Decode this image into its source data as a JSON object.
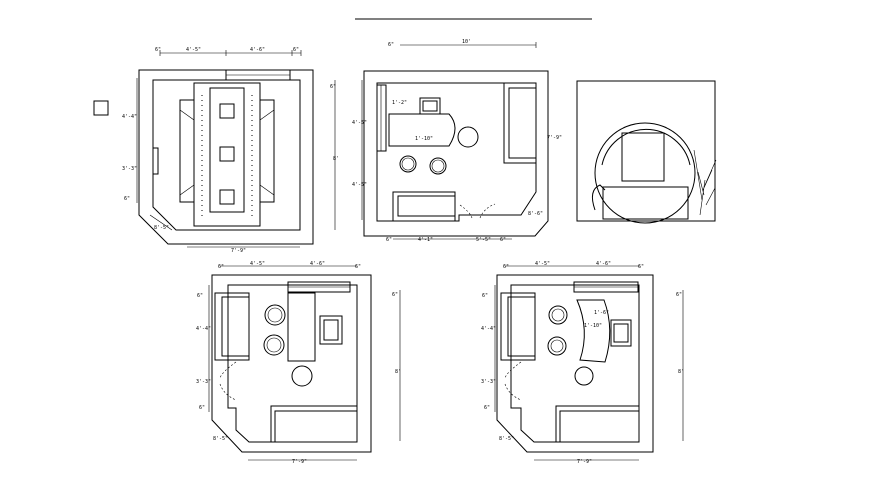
{
  "dimensions": {
    "a_top_left": "4'-5\"",
    "a_top_right": "4'-6\"",
    "a_top_edge": "6\"",
    "a_top_start": "6\"",
    "a_left_1": "4'-4\"",
    "a_left_2": "3'-3\"",
    "a_left_3": "6\"",
    "a_right_total": "8'",
    "a_right_top": "6\"",
    "a_bottom": "7'-9\"",
    "a_corner": "8'-5\"",
    "b_top": "10'",
    "b_top_start": "6\"",
    "b_left_1": "4'-5\"",
    "b_left_2": "4'-5\"",
    "b_right": "7'-9\"",
    "b_bottom_left": "4'-1\"",
    "b_bottom_right": "5'-5\"",
    "b_bottom_end": "6\"",
    "b_bottom_start": "6\"",
    "b_corner": "8'-6\"",
    "b_desk_a": "1'-2\"",
    "b_desk_b": "1'-10\"",
    "c_top_left": "4'-5\"",
    "c_top_right": "4'-6\"",
    "c_top_end": "6\"",
    "c_top_start": "6\"",
    "c_left_top": "6\"",
    "c_left_1": "4'-4\"",
    "c_left_2": "3'-3\"",
    "c_left_3": "6\"",
    "c_right_top": "6\"",
    "c_right": "8'",
    "c_bottom": "7'-9\"",
    "c_corner": "8'-5\"",
    "d_top_left": "4'-5\"",
    "d_top_right": "4'-6\"",
    "d_top_end": "6\"",
    "d_top_start": "6\"",
    "d_left_top": "6\"",
    "d_left_1": "4'-4\"",
    "d_left_2": "3'-3\"",
    "d_left_3": "6\"",
    "d_right_top": "6\"",
    "d_right": "8'",
    "d_bottom": "7'-9\"",
    "d_corner": "8'-5\"",
    "d_desk_a": "1'-6\"",
    "d_desk_b": "1'-10\""
  }
}
